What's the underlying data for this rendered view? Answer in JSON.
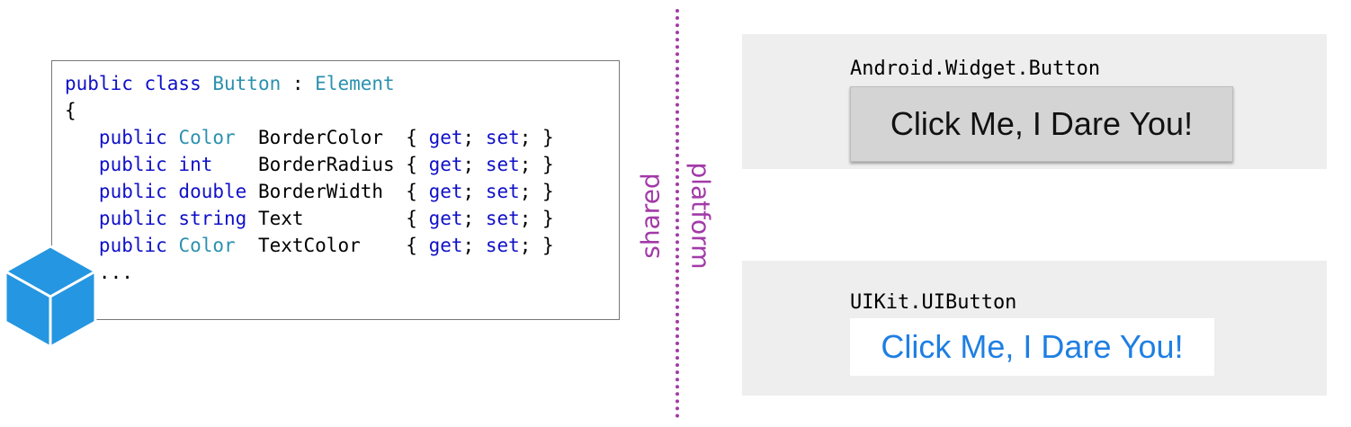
{
  "code": {
    "lines": [
      [
        {
          "t": "public class ",
          "c": "kw"
        },
        {
          "t": "Button",
          "c": "ty"
        },
        {
          "t": " : ",
          "c": "pl"
        },
        {
          "t": "Element",
          "c": "ty"
        }
      ],
      [
        {
          "t": "{",
          "c": "pl"
        }
      ],
      [
        {
          "t": "   public ",
          "c": "kw"
        },
        {
          "t": "Color",
          "c": "ty"
        },
        {
          "t": "  BorderColor  { ",
          "c": "pl"
        },
        {
          "t": "get",
          "c": "kw"
        },
        {
          "t": "; ",
          "c": "pl"
        },
        {
          "t": "set",
          "c": "kw"
        },
        {
          "t": "; }",
          "c": "pl"
        }
      ],
      [
        {
          "t": "   public int",
          "c": "kw"
        },
        {
          "t": "    BorderRadius { ",
          "c": "pl"
        },
        {
          "t": "get",
          "c": "kw"
        },
        {
          "t": "; ",
          "c": "pl"
        },
        {
          "t": "set",
          "c": "kw"
        },
        {
          "t": "; }",
          "c": "pl"
        }
      ],
      [
        {
          "t": "   public double",
          "c": "kw"
        },
        {
          "t": " BorderWidth  { ",
          "c": "pl"
        },
        {
          "t": "get",
          "c": "kw"
        },
        {
          "t": "; ",
          "c": "pl"
        },
        {
          "t": "set",
          "c": "kw"
        },
        {
          "t": "; }",
          "c": "pl"
        }
      ],
      [
        {
          "t": "   public string",
          "c": "kw"
        },
        {
          "t": " Text         { ",
          "c": "pl"
        },
        {
          "t": "get",
          "c": "kw"
        },
        {
          "t": "; ",
          "c": "pl"
        },
        {
          "t": "set",
          "c": "kw"
        },
        {
          "t": "; }",
          "c": "pl"
        }
      ],
      [
        {
          "t": "   public ",
          "c": "kw"
        },
        {
          "t": "Color",
          "c": "ty"
        },
        {
          "t": "  TextColor    { ",
          "c": "pl"
        },
        {
          "t": "get",
          "c": "kw"
        },
        {
          "t": "; ",
          "c": "pl"
        },
        {
          "t": "set",
          "c": "kw"
        },
        {
          "t": "; }",
          "c": "pl"
        }
      ],
      [
        {
          "t": "   ...",
          "c": "pl"
        }
      ]
    ]
  },
  "divider": {
    "shared_label": "shared",
    "platform_label": "platform"
  },
  "android": {
    "title": "Android.Widget.Button",
    "button_label": "Click Me, I Dare You!"
  },
  "ios": {
    "title": "UIKit.UIButton",
    "button_label": "Click Me, I Dare You!"
  },
  "icons": {
    "cube": "cube-icon"
  },
  "colors": {
    "keyword": "#1010c8",
    "type": "#2b91af",
    "divider": "#a23aa8",
    "ios_blue": "#1e7fe3",
    "cube_blue": "#2596e1"
  }
}
